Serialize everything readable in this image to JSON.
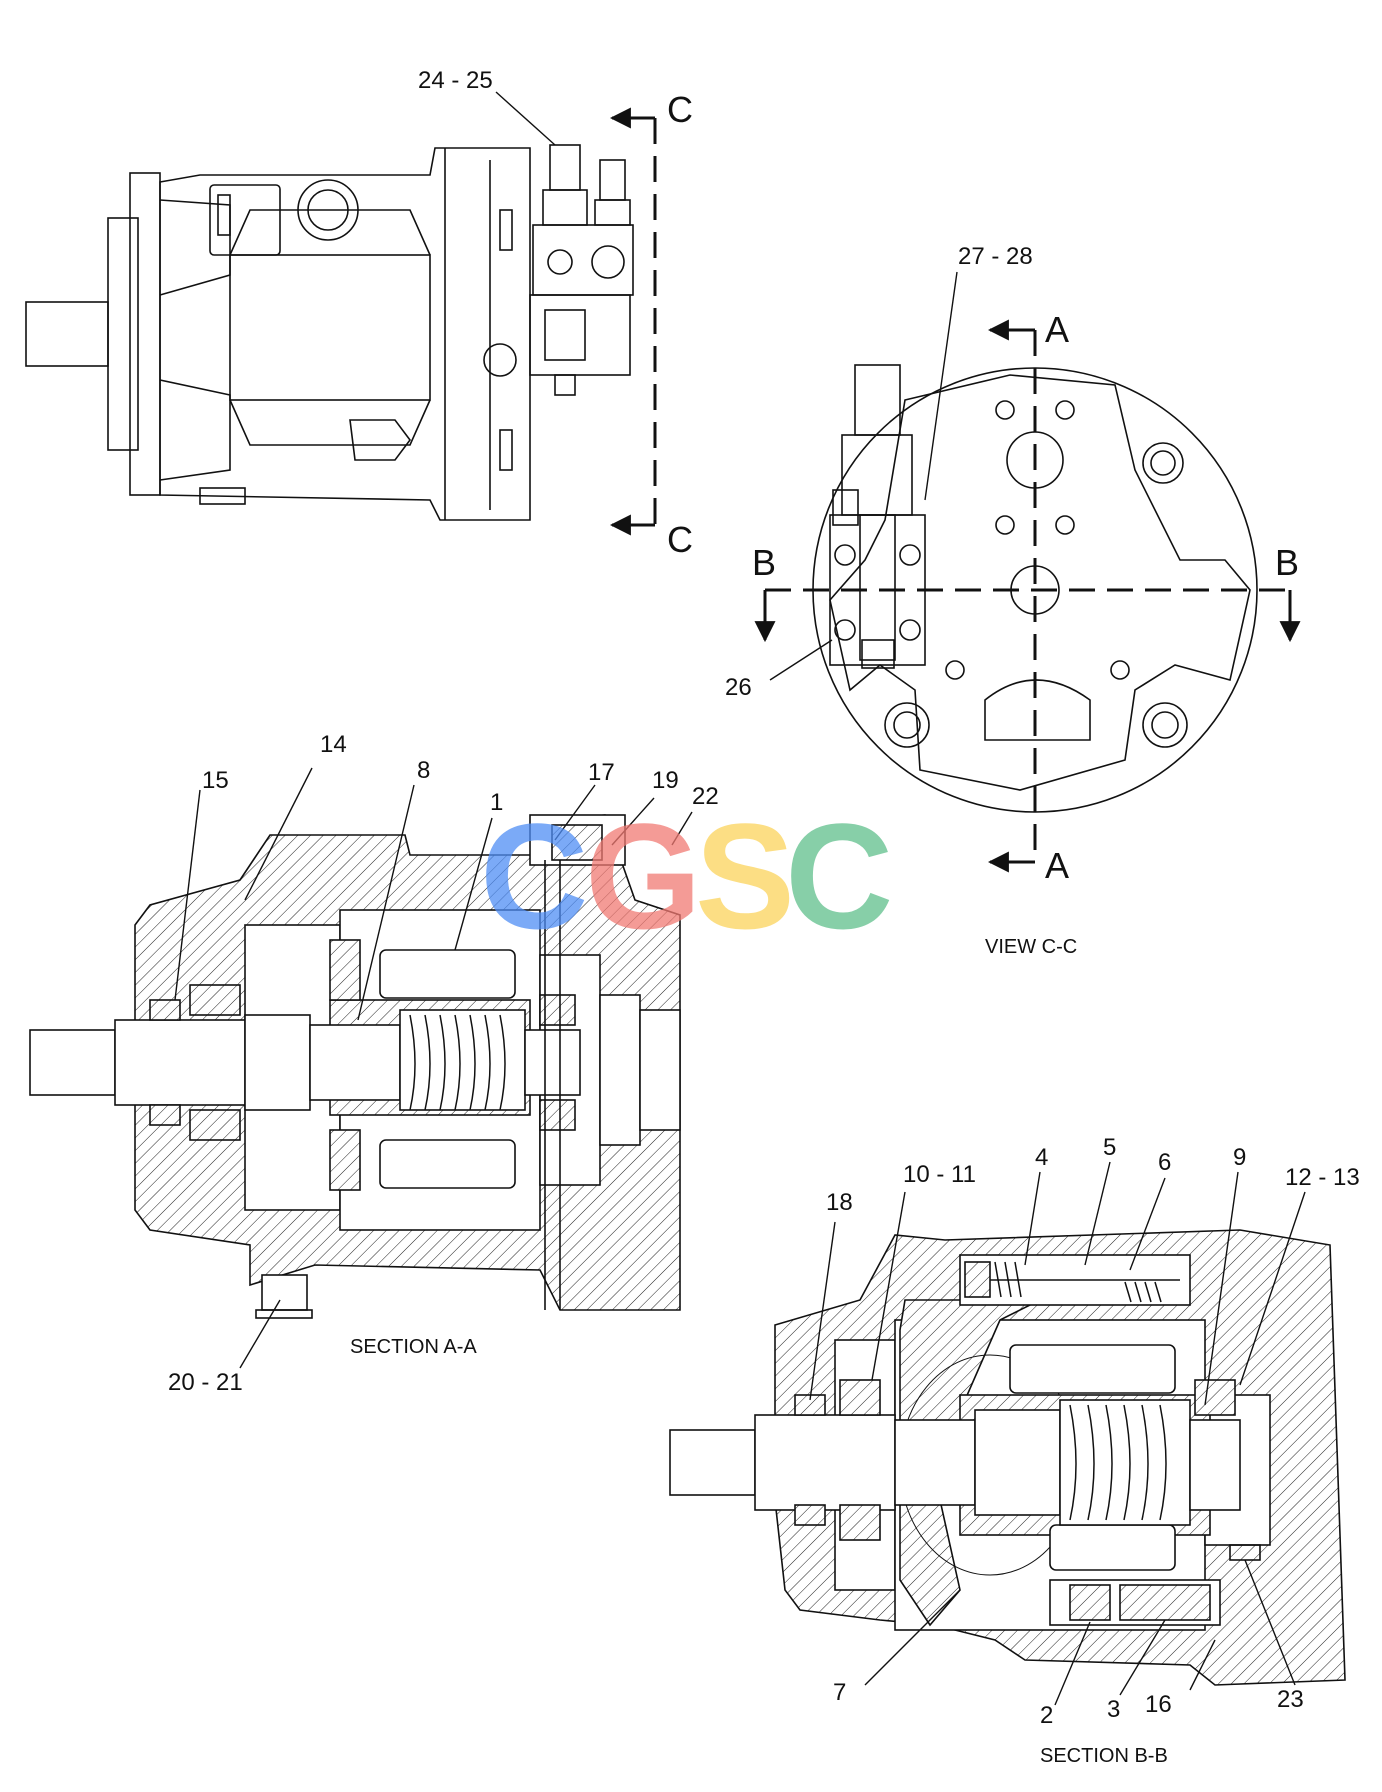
{
  "watermark": {
    "letters": [
      "C",
      "G",
      "S",
      "C"
    ],
    "colors": [
      "#4f8ef5",
      "#f17a73",
      "#fbd45c",
      "#5fbf8c"
    ]
  },
  "section_markers": {
    "c_top": "C",
    "c_bottom": "C",
    "a_top": "A",
    "a_bottom": "A",
    "b_left": "B",
    "b_right": "B"
  },
  "captions": {
    "view_cc": "VIEW C-C",
    "section_aa": "SECTION A-A",
    "section_bb": "SECTION B-B"
  },
  "callouts": {
    "c24_25": "24 - 25",
    "c27_28": "27 - 28",
    "c26": "26",
    "c14": "14",
    "c15": "15",
    "c8": "8",
    "c1": "1",
    "c17": "17",
    "c19": "19",
    "c22": "22",
    "c20_21": "20 - 21",
    "c18": "18",
    "c10_11": "10 - 11",
    "c4": "4",
    "c5": "5",
    "c6": "6",
    "c9": "9",
    "c12_13": "12 - 13",
    "c7": "7",
    "c2": "2",
    "c3": "3",
    "c16": "16",
    "c23": "23"
  }
}
